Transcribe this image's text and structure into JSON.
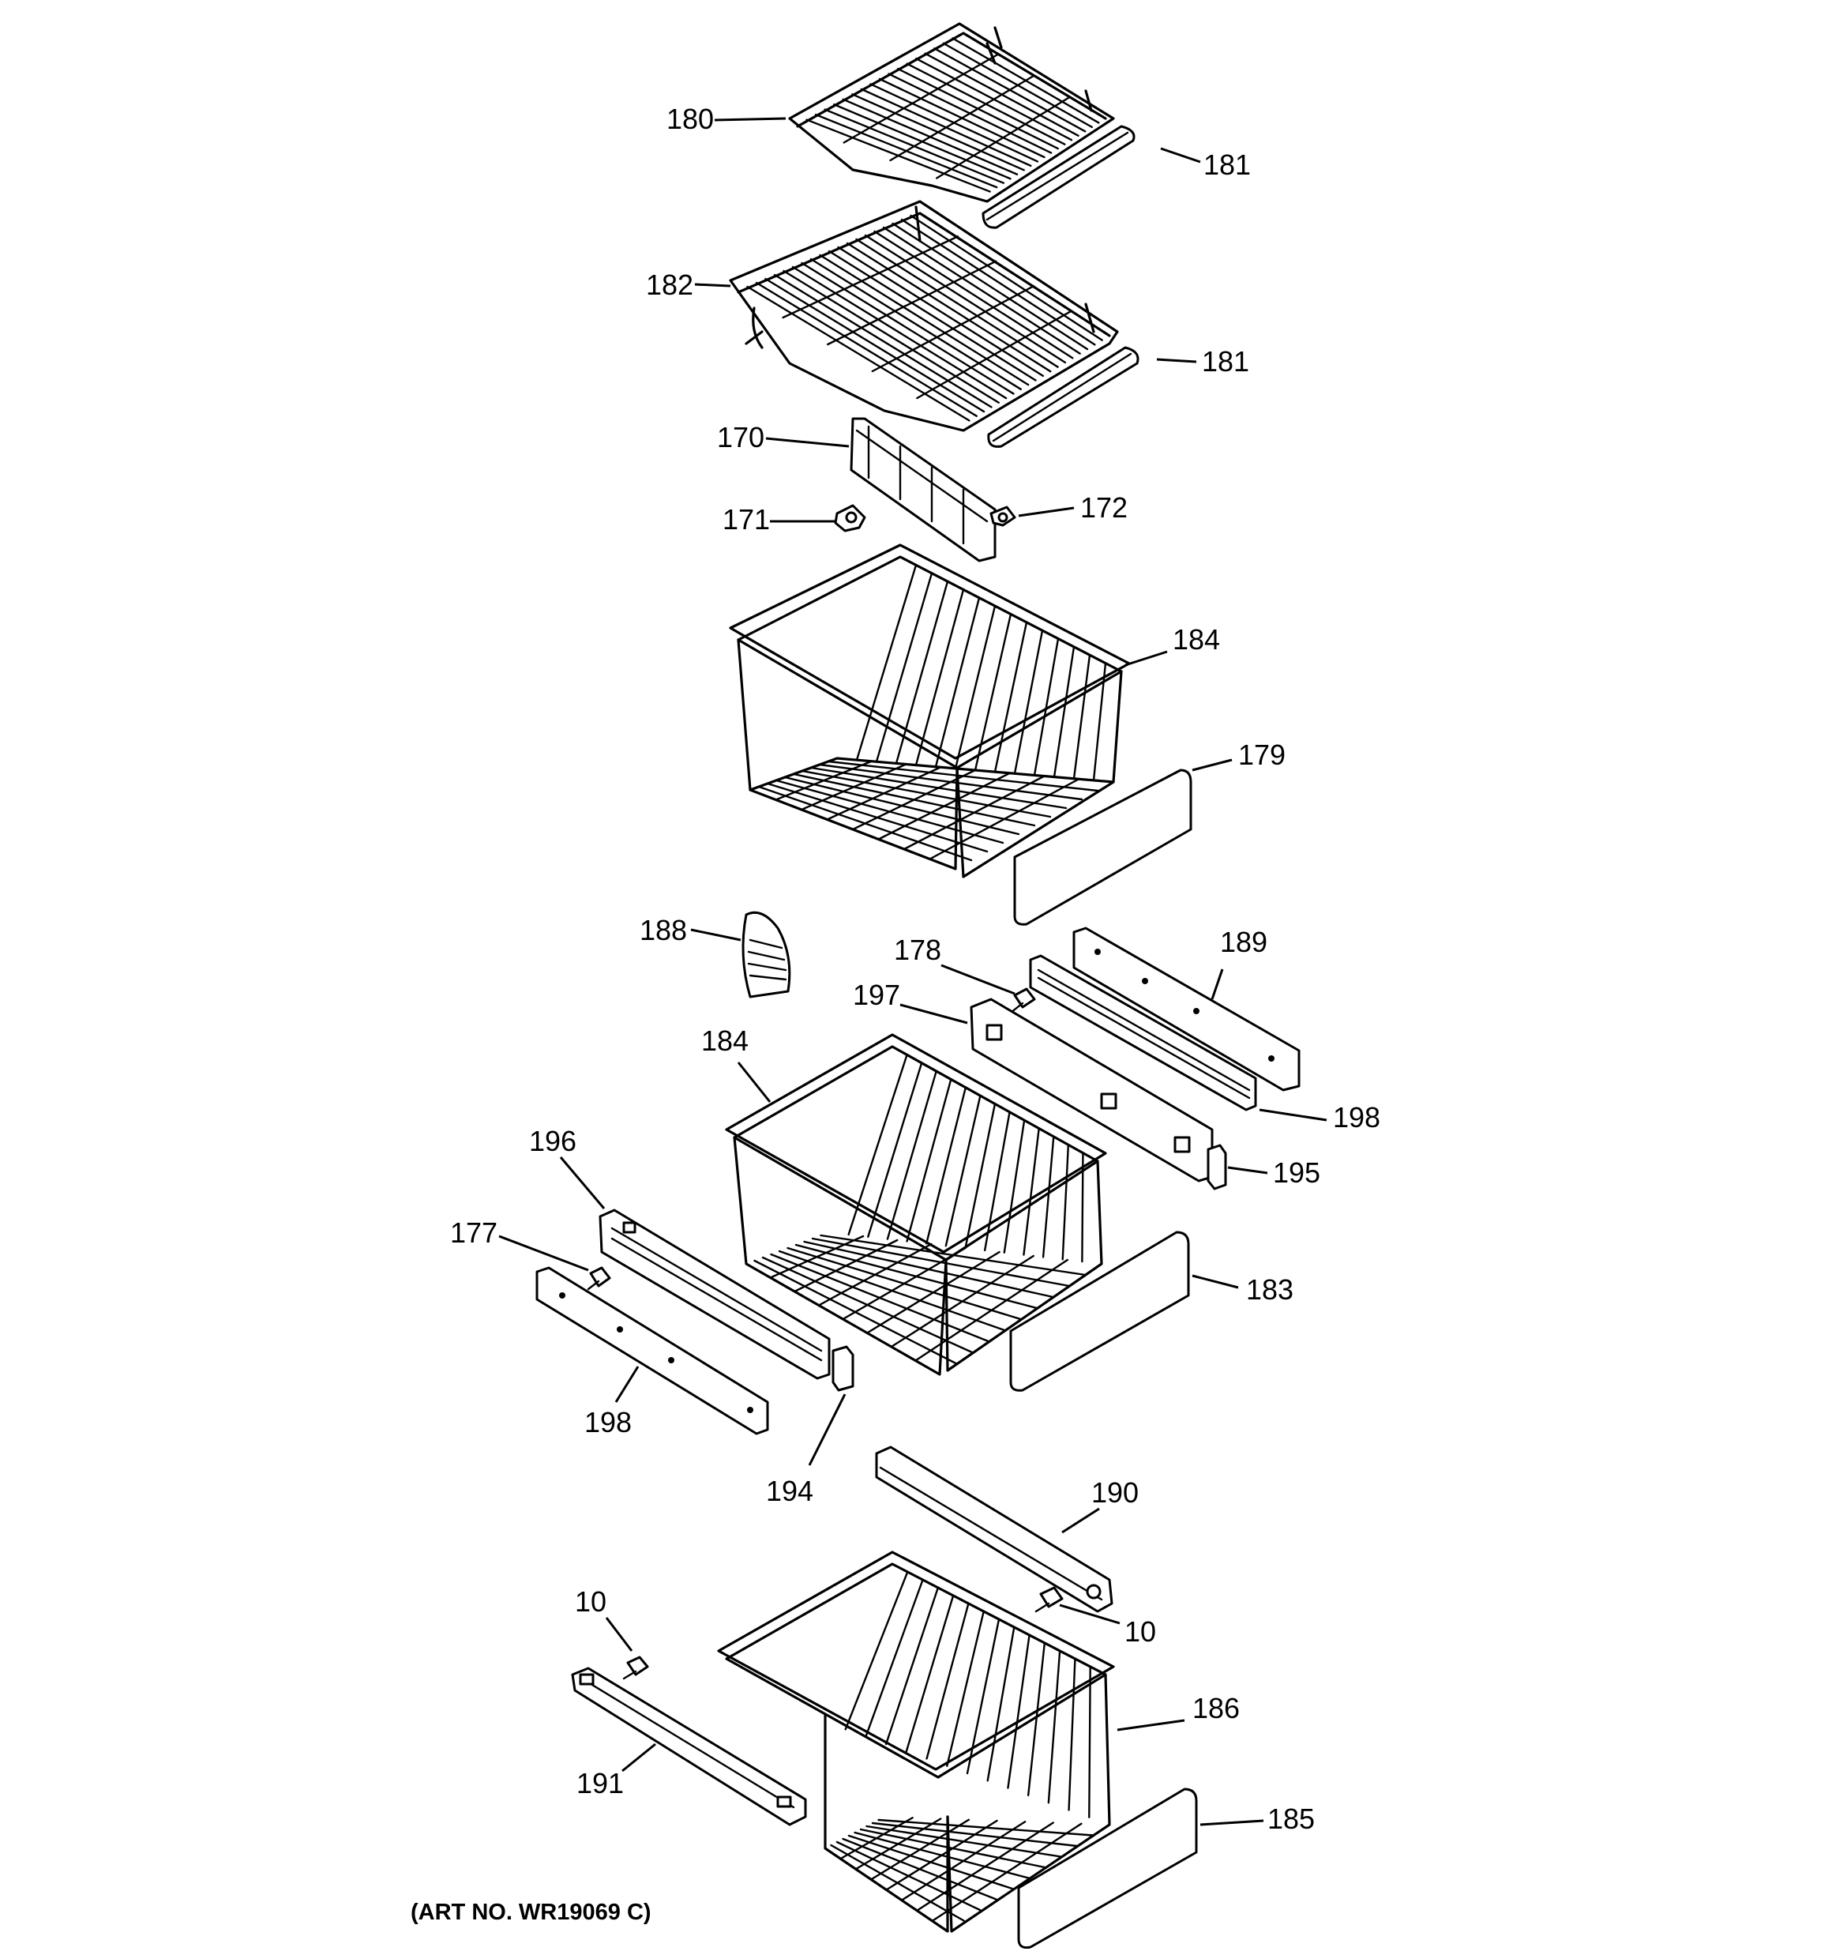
{
  "diagram": {
    "type": "exploded-parts-view",
    "callouts": [
      {
        "id": "180",
        "label": "180"
      },
      {
        "id": "181a",
        "label": "181"
      },
      {
        "id": "182",
        "label": "182"
      },
      {
        "id": "181b",
        "label": "181"
      },
      {
        "id": "170",
        "label": "170"
      },
      {
        "id": "171",
        "label": "171"
      },
      {
        "id": "172",
        "label": "172"
      },
      {
        "id": "184a",
        "label": "184"
      },
      {
        "id": "179",
        "label": "179"
      },
      {
        "id": "188",
        "label": "188"
      },
      {
        "id": "178",
        "label": "178"
      },
      {
        "id": "189",
        "label": "189"
      },
      {
        "id": "197",
        "label": "197"
      },
      {
        "id": "184b",
        "label": "184"
      },
      {
        "id": "198a",
        "label": "198"
      },
      {
        "id": "196",
        "label": "196"
      },
      {
        "id": "195",
        "label": "195"
      },
      {
        "id": "177",
        "label": "177"
      },
      {
        "id": "183",
        "label": "183"
      },
      {
        "id": "198b",
        "label": "198"
      },
      {
        "id": "194",
        "label": "194"
      },
      {
        "id": "190",
        "label": "190"
      },
      {
        "id": "10a",
        "label": "10"
      },
      {
        "id": "10b",
        "label": "10"
      },
      {
        "id": "186",
        "label": "186"
      },
      {
        "id": "191",
        "label": "191"
      },
      {
        "id": "185",
        "label": "185"
      }
    ],
    "art_number": "(ART NO. WR19069 C)"
  }
}
